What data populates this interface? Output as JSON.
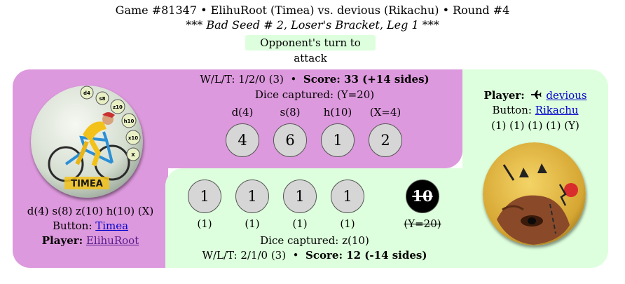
{
  "header": {
    "title_line": "Game #81347  •  ElihuRoot (Timea) vs. devious (Rikachu)  •  Round #4",
    "subtitle": "*** Bad Seed # 2, Loser's Bracket, Leg 1 ***",
    "turn_status": "Opponent's turn to attack"
  },
  "opponent": {
    "wlt": "W/L/T: 1/2/0 (3)",
    "bullet": "•",
    "score": "Score: 33 (+14 sides)",
    "dice_captured": "Dice captured: (Y=20)",
    "dice": [
      {
        "label": "d(4)",
        "value": "4"
      },
      {
        "label": "s(8)",
        "value": "6"
      },
      {
        "label": "h(10)",
        "value": "1"
      },
      {
        "label": "(X=4)",
        "value": "2"
      }
    ],
    "player_label": "Player:",
    "player_name": "devious",
    "button_label": "Button:",
    "button_name": "Rikachu",
    "recipe": "(1) (1) (1) (1) (Y)"
  },
  "player": {
    "dice": [
      {
        "value": "1",
        "label": "(1)"
      },
      {
        "value": "1",
        "label": "(1)"
      },
      {
        "value": "1",
        "label": "(1)"
      },
      {
        "value": "1",
        "label": "(1)"
      }
    ],
    "captured_die": {
      "value": "10",
      "label": "(Y=20)"
    },
    "dice_captured": "Dice captured: z(10)",
    "wlt": "W/L/T: 2/1/0 (3)",
    "bullet": "•",
    "score": "Score: 12 (-14 sides)",
    "recipe": "d(4) s(8) z(10) h(10) (X)",
    "button_label": "Button:",
    "button_name": "Timea",
    "player_label": "Player:",
    "player_name": "ElihuRoot"
  },
  "avatars": {
    "left_caption": "TIMEA",
    "left_die_labels": [
      "d4",
      "s8",
      "z10",
      "h10",
      "x10",
      "X"
    ]
  },
  "colors": {
    "opponent_panel": "#dd99dd",
    "player_panel": "#ddffdd",
    "die_fill": "#d6d6d6"
  }
}
